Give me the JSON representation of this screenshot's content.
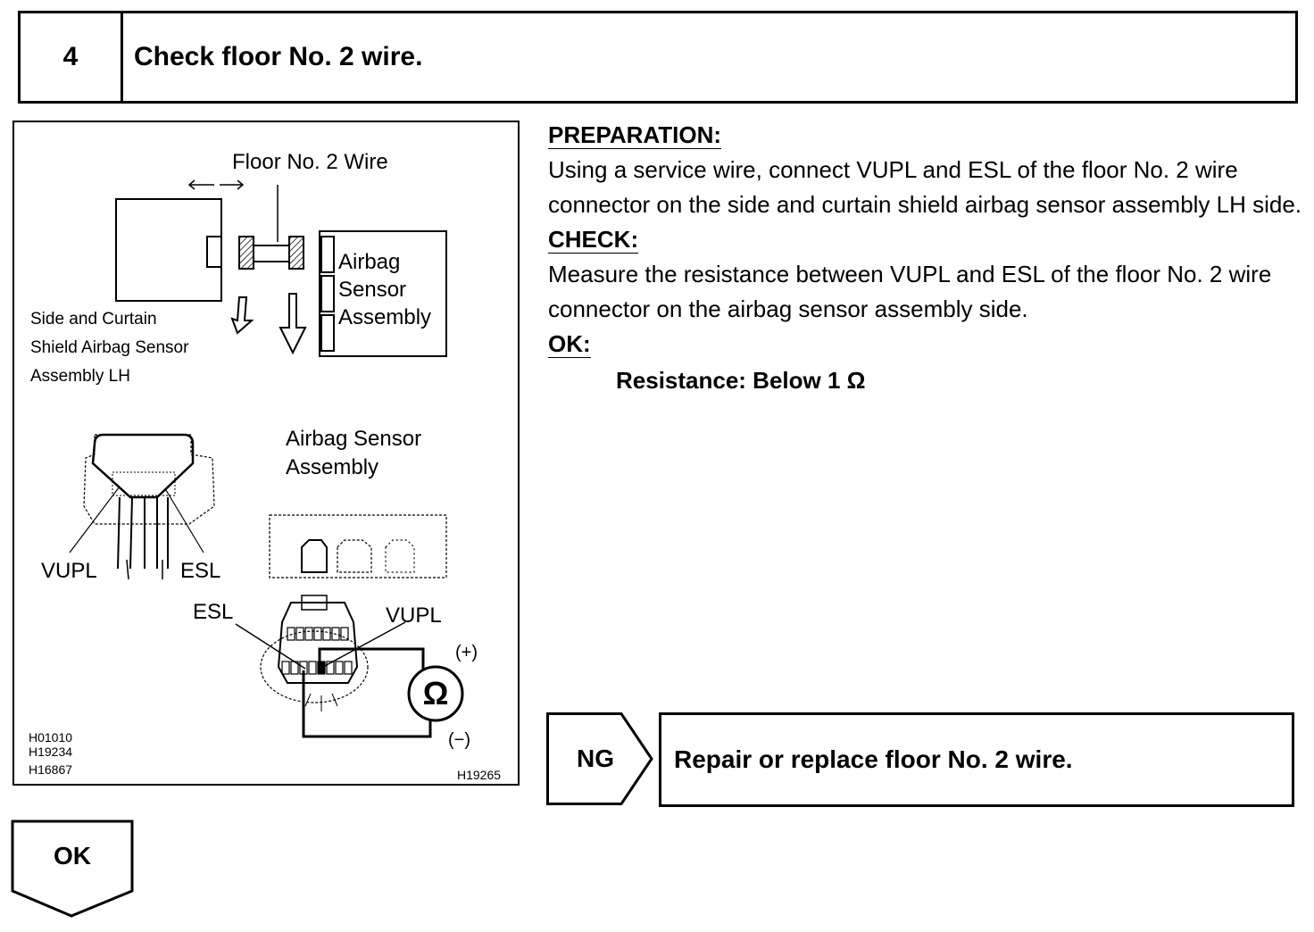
{
  "step": {
    "number": "4",
    "title": "Check floor No. 2 wire."
  },
  "figure": {
    "label_floor_wire": "Floor No. 2 Wire",
    "label_airbag_sensor_box_lines": [
      "Airbag",
      "Sensor",
      "Assembly"
    ],
    "label_side_curtain_lines": [
      "Side and Curtain",
      "Shield Airbag Sensor",
      "Assembly LH"
    ],
    "label_airbag_sensor_assembly_lines": [
      "Airbag Sensor",
      "Assembly"
    ],
    "pin_vupl": "VUPL",
    "pin_esl": "ESL",
    "plus": "(+)",
    "minus": "(−)",
    "ohm_symbol": "Ω",
    "ref_codes": [
      "H01010",
      "H19234",
      "H16867"
    ],
    "figure_code": "H19265"
  },
  "instructions": {
    "preparation_heading": "PREPARATION:",
    "preparation_text": "Using a service wire, connect VUPL and ESL of the floor No. 2 wire connector on the side and curtain shield airbag sensor assembly LH side.",
    "check_heading": "CHECK:",
    "check_text": "Measure the resistance between VUPL and ESL of the floor No. 2 wire connector on the airbag sensor assembly side.",
    "ok_heading": "OK:",
    "ok_spec": "Resistance: Below 1 Ω"
  },
  "results": {
    "ng_label": "NG",
    "ng_action": "Repair or replace floor No. 2 wire.",
    "ok_label": "OK"
  }
}
